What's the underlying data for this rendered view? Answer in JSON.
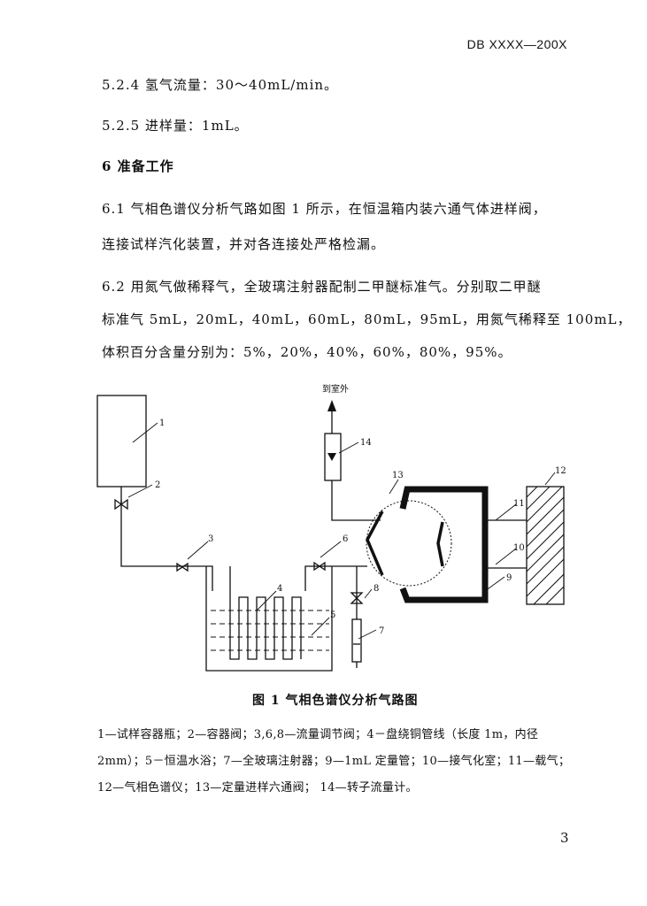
{
  "header": {
    "doc_code": "DB   XXXX—200X"
  },
  "body": {
    "line_524": "5.2.4  氢气流量：30～40mL/min。",
    "line_525": "5.2.5  进样量：1mL。",
    "section6_title": "6  准备工作",
    "p61_line1": "6.1  气相色谱仪分析气路如图 1 所示，在恒温箱内装六通气体进样阀，",
    "p61_line2": "连接试样汽化装置，并对各连接处严格检漏。",
    "p62_line1": "6.2  用氮气做稀释气，全玻璃注射器配制二甲醚标准气。分别取二甲醚",
    "p62_line2": "标准气 5mL，20mL，40mL，60mL，80mL，95mL，用氮气稀释至 100mL，",
    "p62_line3": "体积百分含量分别为：5%，20%，40%，60%，80%，95%。"
  },
  "figure": {
    "vent_label": "到室外",
    "callouts": [
      "1",
      "2",
      "3",
      "4",
      "5",
      "6",
      "7",
      "8",
      "9",
      "10",
      "11",
      "12",
      "13",
      "14"
    ],
    "caption": "图 1  气相色谱仪分析气路图"
  },
  "legend": {
    "line1": "1—试样容器瓶；2—容器阀；3,6,8—流量调节阀；4－盘绕铜管线（长度 1m，内径",
    "line2": "2mm）；5－恒温水浴；7—全玻璃注射器；9—1mL 定量管；10—接气化室；11—载气；",
    "line3": "12—气相色谱仪；13—定量进样六通阀；  14—转子流量计。"
  },
  "footer": {
    "page_number": "3"
  }
}
